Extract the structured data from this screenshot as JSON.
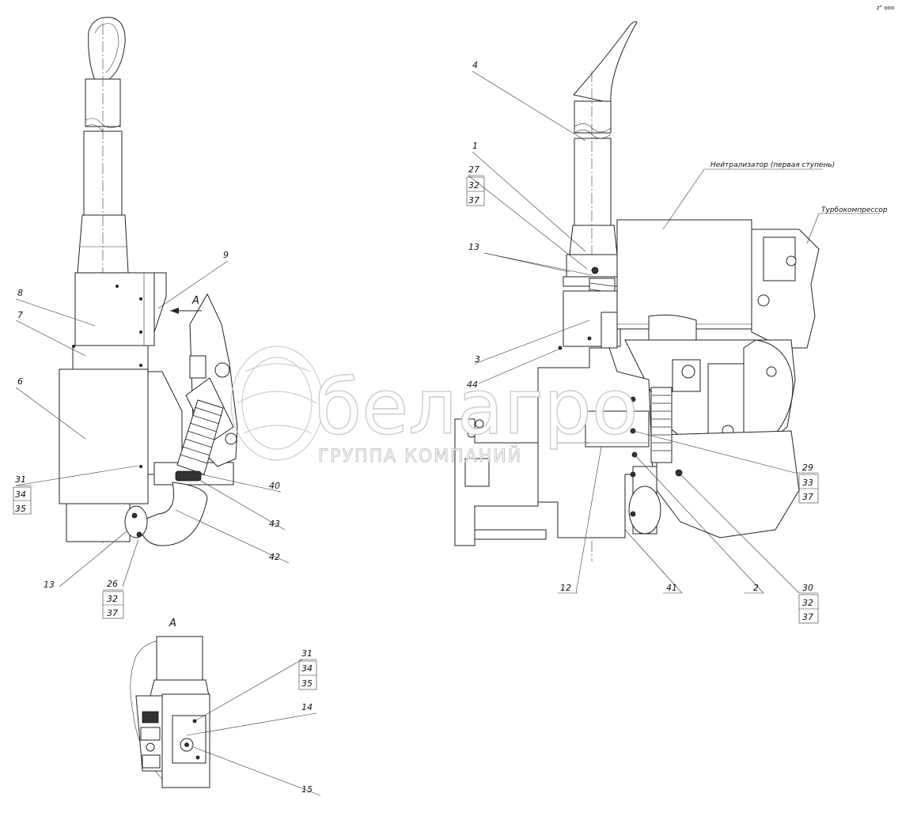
{
  "callouts": {
    "left": {
      "c9": "9",
      "cA": "A",
      "c8": "8",
      "c7": "7",
      "c6": "6",
      "c31": "31",
      "c34": "34",
      "c35": "35",
      "c40": "40",
      "c43": "43",
      "c42": "42",
      "c13": "13",
      "c26": "26",
      "c32": "32",
      "c37": "37"
    },
    "right": {
      "c4": "4",
      "c1": "1",
      "c27": "27",
      "c32a": "32",
      "c37a": "37",
      "c13": "13",
      "c3": "3",
      "c44": "44",
      "c29": "29",
      "c33": "33",
      "c37b": "37",
      "c12": "12",
      "c41": "41",
      "c2": "2",
      "c30": "30",
      "c32b": "32",
      "c37c": "37",
      "neutralizer": "Нейтрализатор (первая ступень)",
      "turbo": "Турбокомпрессор"
    },
    "detail": {
      "title": "А",
      "c31": "31",
      "c34": "34",
      "c35": "35",
      "c14": "14",
      "c15": "15"
    }
  },
  "watermark": {
    "brand": "белагро",
    "subtitle": "ГРУППА КОМПАНИЙ"
  },
  "corner_mark": "z° ooo"
}
